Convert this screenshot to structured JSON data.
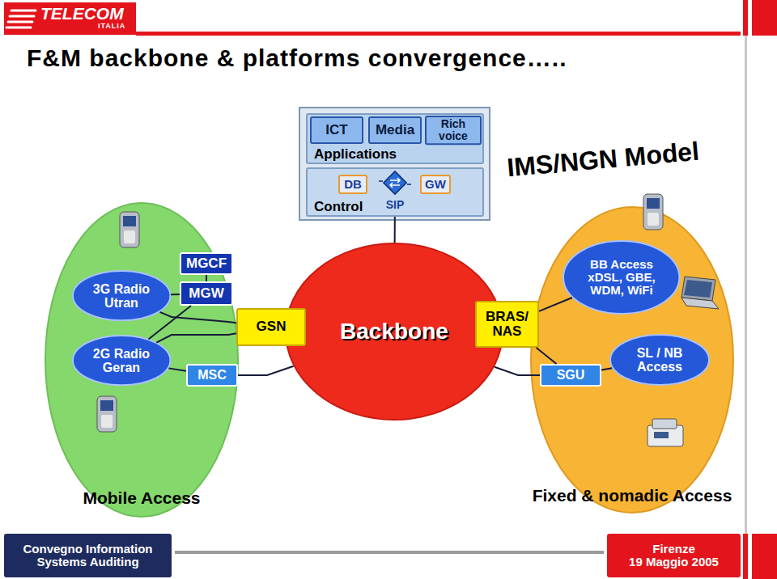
{
  "diagram": {
    "title": "F&M backbone & platforms convergence…..",
    "nodes": [
      {
        "text": [
          "Applications"
        ]
      },
      {
        "text": [
          "ICT"
        ],
        "in": 0
      },
      {
        "text": [
          "Media"
        ],
        "in": 0
      },
      {
        "text": [
          "Rich voice"
        ],
        "in": 0
      },
      {
        "text": [
          "Control"
        ]
      },
      {
        "text": [
          "DB"
        ],
        "in": 4
      },
      {
        "text": [
          "SIP"
        ],
        "in": 4
      },
      {
        "text": [
          "GW"
        ],
        "in": 4
      },
      {
        "text": [
          "Mobile Access"
        ]
      },
      {
        "text": [
          "3G Radio Utran"
        ],
        "in": 8
      },
      {
        "text": [
          "MGCF"
        ],
        "in": 8
      },
      {
        "text": [
          "MGW"
        ],
        "in": 8
      },
      {
        "text": [
          "2G Radio Geran"
        ],
        "in": 8
      },
      {
        "text": [
          "MSC"
        ],
        "in": 8
      },
      {
        "text": [
          "GSN"
        ]
      },
      {
        "text": [
          "Backbone"
        ]
      },
      {
        "text": [
          "BRAS/ NAS"
        ]
      },
      {
        "text": [
          "Fixed & nomadic Access"
        ]
      },
      {
        "text": [
          "BB Access xDSL, GBE, WDM, WiFi"
        ],
        "in": 17
      },
      {
        "text": [
          "SL / NB Access"
        ],
        "in": 17
      },
      {
        "text": [
          "SGU"
        ],
        "in": 17
      },
      {
        "text": [
          "Convegno Information Systems Auditing"
        ]
      },
      {
        "text": [
          "Firenze",
          "19 Maggio 2005"
        ]
      }
    ],
    "edges": [
      {
        "from": 4,
        "to": 15,
        "arrow": "none"
      },
      {
        "from": 10,
        "to": 11,
        "arrow": "none"
      },
      {
        "from": 9,
        "to": 11,
        "arrow": "none"
      },
      {
        "from": 9,
        "to": 14,
        "arrow": "none"
      },
      {
        "from": 12,
        "to": 11,
        "arrow": "none"
      },
      {
        "from": 12,
        "to": 14,
        "arrow": "none"
      },
      {
        "from": 12,
        "to": 13,
        "arrow": "none"
      },
      {
        "from": 13,
        "to": 15,
        "arrow": "none"
      },
      {
        "from": 16,
        "to": 18,
        "arrow": "none"
      },
      {
        "from": 16,
        "to": 20,
        "arrow": "none"
      },
      {
        "from": 20,
        "to": 15,
        "arrow": "none"
      },
      {
        "from": 20,
        "to": 19,
        "arrow": "none"
      }
    ],
    "labels": [
      "TELECOM",
      "ITALIA",
      "IMS/NGN Model"
    ]
  }
}
